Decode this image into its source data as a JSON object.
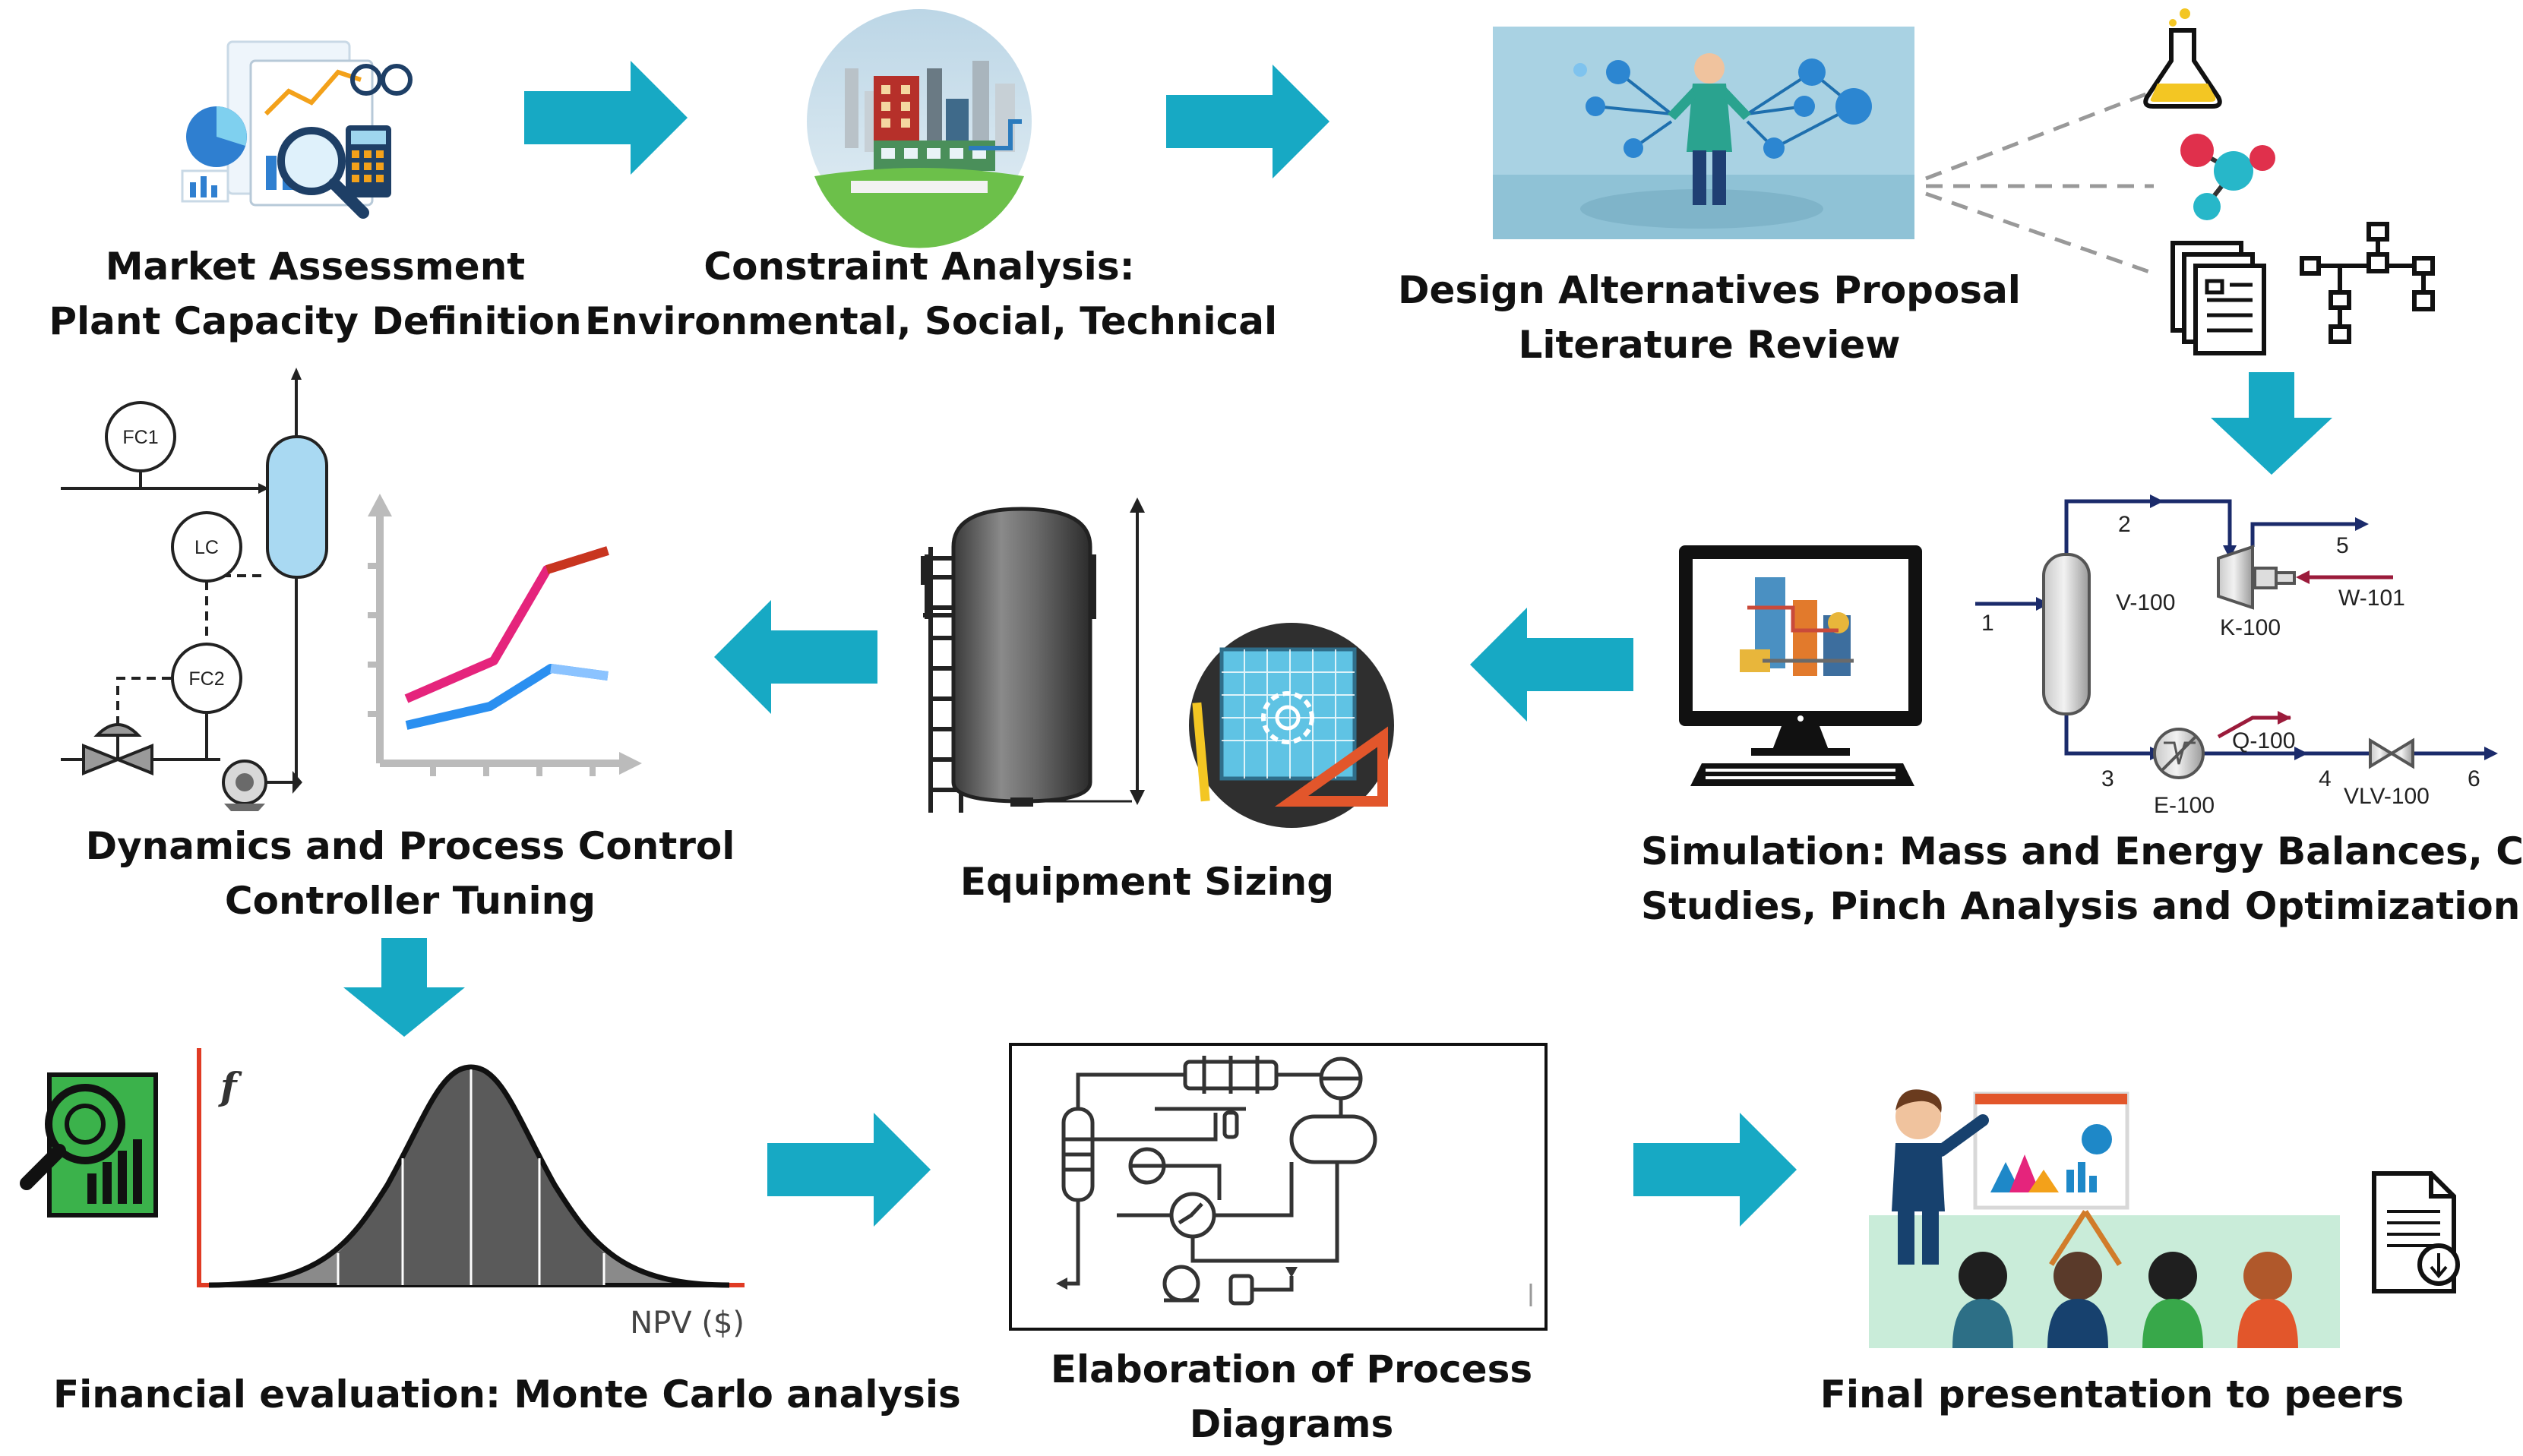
{
  "colors": {
    "arrow": "#17a9c4",
    "ink": "#111111",
    "accent_red": "#e03b24",
    "pipe": "#1b2b6b"
  },
  "steps": {
    "market": {
      "line1": "Market Assessment",
      "line2": "Plant Capacity Definition",
      "icon": "market-analysis-icon"
    },
    "constraint": {
      "line1": "Constraint Analysis:",
      "line2": "Environmental, Social, Technical",
      "icon": "industrial-plant-icon"
    },
    "design": {
      "line1": "Design Alternatives Proposal",
      "line2": "Literature Review",
      "icon": "network-presenter-icon"
    },
    "simulation": {
      "line1": "Simulation: Mass and Energy Balances, Case",
      "line2": "Studies, Pinch Analysis and Optimization",
      "icon": "computer-monitor-icon"
    },
    "sizing": {
      "line1": "Equipment Sizing",
      "icon": "pressure-vessel-icon"
    },
    "control": {
      "line1": "Dynamics and Process Control",
      "line2": "Controller Tuning",
      "icon": "control-loop-icon"
    },
    "financial": {
      "line1": "Financial evaluation: Monte Carlo analysis",
      "icon": "distribution-curve-icon"
    },
    "diagrams": {
      "line1": "Elaboration of Process",
      "line2": "Diagrams",
      "icon": "process-diagram-icon"
    },
    "presentation": {
      "line1": "Final presentation to peers",
      "icon": "presenter-audience-icon"
    }
  },
  "control_tags": {
    "fc1": "FC1",
    "lc": "LC",
    "fc2": "FC2"
  },
  "simulation_flowsheet": {
    "streams": [
      "1",
      "2",
      "3",
      "4",
      "5",
      "6"
    ],
    "units": {
      "column": "V-100",
      "compressor": "K-100",
      "work": "W-101",
      "heat": "Q-100",
      "exchanger": "E-100",
      "valve": "VLV-100"
    }
  },
  "financial_chart": {
    "y_label": "f",
    "x_label": "NPV ($)"
  }
}
